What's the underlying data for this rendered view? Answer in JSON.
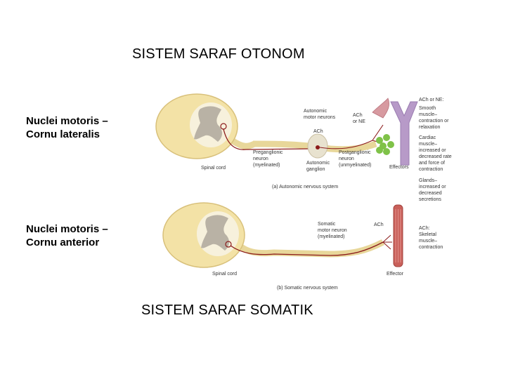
{
  "titles": {
    "top": "SISTEM SARAF OTONOM",
    "bottom": "SISTEM SARAF SOMATIK"
  },
  "side_labels": {
    "otonom": [
      "Nuclei motoris –",
      "Cornu lateralis"
    ],
    "somatik": [
      "Nuclei motoris –",
      "Cornu anterior"
    ]
  },
  "autonomic": {
    "spinal_cord": "Spinal cord",
    "autonomic_motor_neurons": [
      "Autonomic",
      "motor neurons"
    ],
    "ach_top": "ACh",
    "ach_or_ne": [
      "ACh",
      "or NE"
    ],
    "preganglionic": [
      "Preganglionic",
      "neuron",
      "(myelinated)"
    ],
    "ganglion": [
      "Autonomic",
      "ganglion"
    ],
    "postganglionic": [
      "Postganglionic",
      "neuron",
      "(unmyelinated)"
    ],
    "effectors": "Effectors",
    "caption": "(a) Autonomic nervous system",
    "effects": [
      "ACh or NE:",
      "Smooth",
      "muscle–",
      "contraction or",
      "relaxation",
      "Cardiac",
      "muscle–",
      "increased or",
      "decreased rate",
      "and force of",
      "contraction",
      "Glands–",
      "increased or",
      "decreased",
      "secretions"
    ]
  },
  "somatic": {
    "spinal_cord": "Spinal cord",
    "somatic_motor_neuron": [
      "Somatic",
      "motor neuron",
      "(myelinated)"
    ],
    "ach": "ACh",
    "effector": "Effector",
    "caption": "(b) Somatic nervous system",
    "effects": [
      "ACh:",
      "Skeletal",
      "muscle–",
      "contraction"
    ]
  },
  "colors": {
    "cord_outer": "#f3e2a6",
    "cord_white": "#f7f1dc",
    "gray_matter": "#b9b2a5",
    "nerve": "#e8d79a",
    "neuron": "#8b1a1a",
    "muscle": "#c9605a",
    "gland": "#7fc248",
    "smooth_muscle": "#d79aa0",
    "heart": "#b79ac8"
  }
}
